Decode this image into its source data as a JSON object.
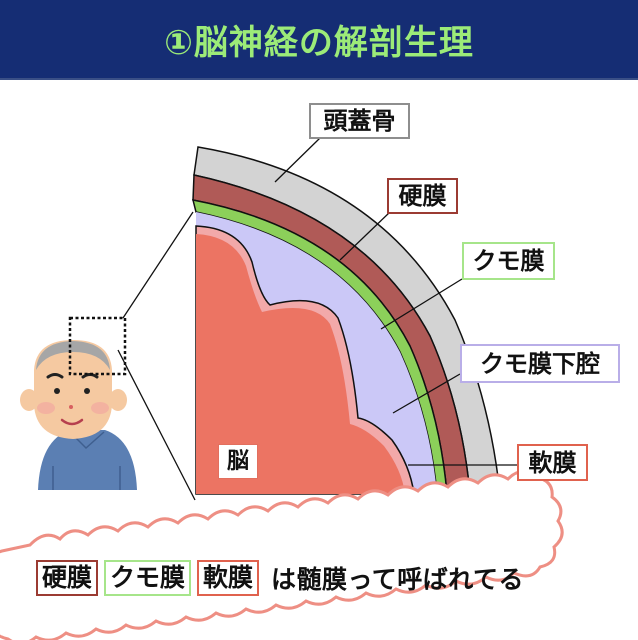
{
  "header": {
    "title": "①脳神経の解剖生理",
    "background_color": "#152D74",
    "title_color": "#9CEB78"
  },
  "diagram": {
    "labels": {
      "skull": "頭蓋骨",
      "dura_mater": "硬膜",
      "arachnoid": "クモ膜",
      "subarachnoid_space": "クモ膜下腔",
      "pia_mater": "軟膜",
      "brain": "脳"
    },
    "colors": {
      "skull": "#D3D3D3",
      "dura_mater": "#B05A57",
      "arachnoid": "#8CD05A",
      "subarachnoid_space": "#CBC8F7",
      "pia_mater": "#F2A9A9",
      "brain": "#EC7463"
    },
    "illustration": "elderly-man-head-zoom"
  },
  "summary": {
    "chips": [
      "硬膜",
      "クモ膜",
      "軟膜"
    ],
    "text": "は髄膜って呼ばれてる"
  }
}
